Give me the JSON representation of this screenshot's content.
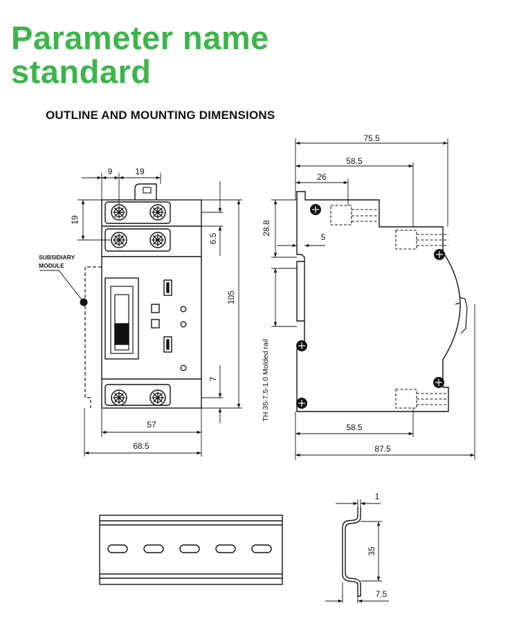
{
  "header": {
    "title_line1": "Parameter name",
    "title_line2": "standard",
    "subtitle": "OUTLINE AND MOUNTING DIMENSIONS"
  },
  "colors": {
    "title": "#3cb54a",
    "line": "#111111"
  },
  "front_view": {
    "dim_top_left": "9",
    "dim_top_right": "19",
    "dim_left": "19",
    "dim_right_top": "6.5",
    "dim_height": "105",
    "dim_right_bottom": "7",
    "dim_inner_width": "57",
    "dim_total_width": "68.5",
    "callout_line1": "SUBSIDIARY",
    "callout_line2": "MODULE"
  },
  "side_view": {
    "dim_top_total": "75.5",
    "dim_top_mid": "58.5",
    "dim_top_short": "26",
    "dim_left_vertical": "28.8",
    "dim_rail_offset": "5",
    "rail_label": "TH 35-7.5-1.0 Molded rail",
    "dim_bottom_mid": "58.5",
    "dim_bottom_total": "87.5"
  },
  "rail_profile": {
    "dim_thickness": "1",
    "dim_height": "35",
    "dim_depth": "7.5"
  }
}
